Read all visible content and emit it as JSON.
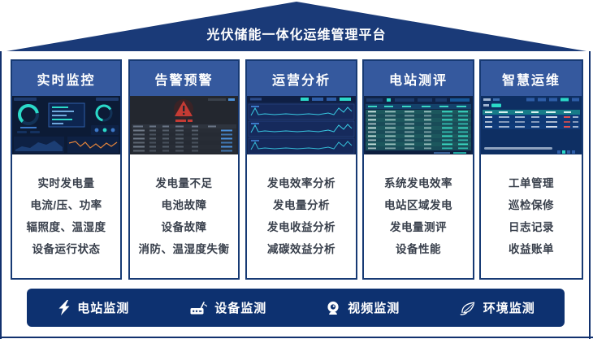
{
  "title": "光伏储能一体化运维管理平台",
  "colors": {
    "roof_navy": "#1A3A78",
    "pillar_header_blue": "#35599E",
    "card_border_navy": "#173A74",
    "list_text": "#39404C",
    "footer_bar_navy": "#0D3170",
    "accent_teal": "#2BD9C8",
    "alarm_red": "#C43B34",
    "chart_orange": "#E2833A",
    "background": "#FFFFFF"
  },
  "pillars": [
    {
      "header": "实时监控",
      "thumbnail": "realtime-monitoring-dashboard",
      "items": [
        "实时发电量",
        "电流/压、功率",
        "辐照度、温湿度",
        "设备运行状态"
      ]
    },
    {
      "header": "告警预警",
      "thumbnail": "alarm-warning-screen",
      "items": [
        "发电量不足",
        "电池故障",
        "设备故障",
        "消防、温湿度失衡"
      ]
    },
    {
      "header": "运营分析",
      "thumbnail": "operation-analysis-charts",
      "items": [
        "发电效率分析",
        "发电量分析",
        "发电收益分析",
        "减碳效益分析"
      ]
    },
    {
      "header": "电站测评",
      "thumbnail": "station-evaluation-table",
      "items": [
        "系统发电效率",
        "电站区域发电",
        "发电量测评",
        "设备性能"
      ]
    },
    {
      "header": "智慧运维",
      "thumbnail": "smart-om-worklist",
      "items": [
        "工单管理",
        "巡检保修",
        "日志记录",
        "收益账单"
      ]
    }
  ],
  "footer": {
    "items": [
      {
        "icon": "lightning-icon",
        "label": "电站监测"
      },
      {
        "icon": "device-router-icon",
        "label": "设备监测"
      },
      {
        "icon": "camera-icon",
        "label": "视频监测"
      },
      {
        "icon": "leaf-icon",
        "label": "环境监测"
      }
    ]
  }
}
